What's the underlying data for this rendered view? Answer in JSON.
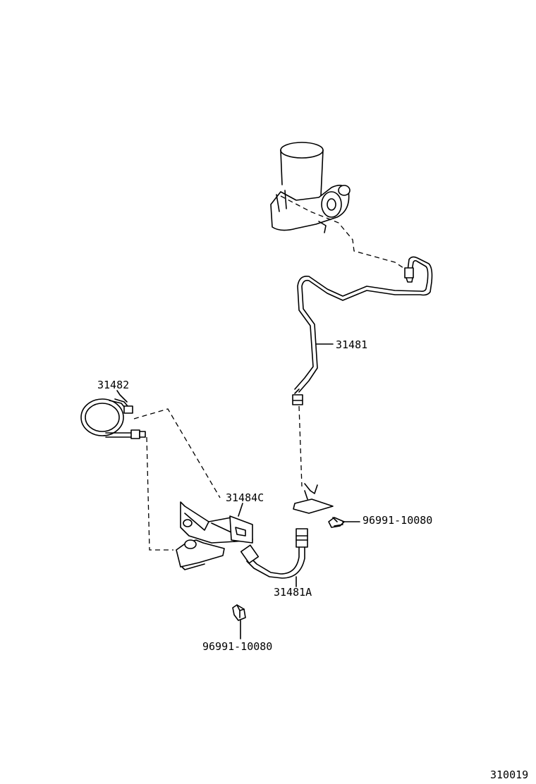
{
  "figure_id": "310019",
  "parts": [
    {
      "id": "p-31481",
      "number": "31481"
    },
    {
      "id": "p-31482",
      "number": "31482"
    },
    {
      "id": "p-31484c",
      "number": "31484C"
    },
    {
      "id": "p-31481a",
      "number": "31481A"
    },
    {
      "id": "p-clip-right",
      "number": "96991-10080"
    },
    {
      "id": "p-clip-bottom",
      "number": "96991-10080"
    }
  ]
}
